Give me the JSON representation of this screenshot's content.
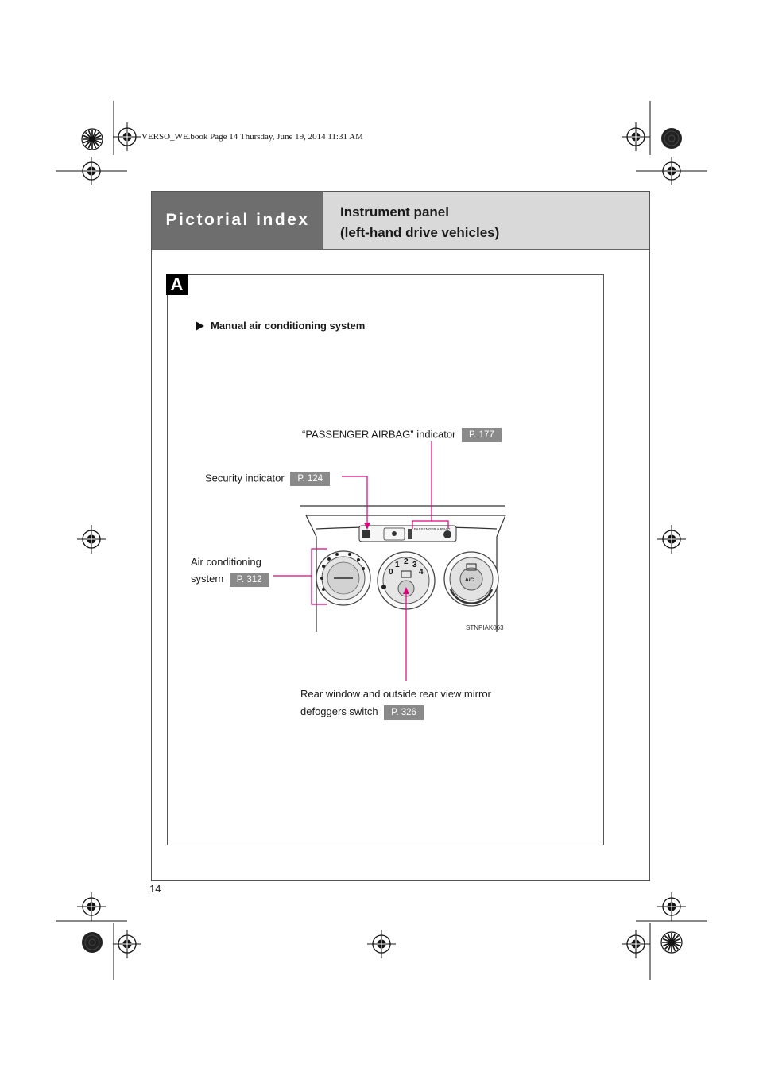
{
  "print_info": "VERSO_WE.book  Page 14  Thursday, June 19, 2014  11:31 AM",
  "header": {
    "section_tab": "Pictorial index",
    "title_line1": "Instrument panel",
    "title_line2": "(left-hand drive vehicles)"
  },
  "section_marker": "A",
  "sub_heading": "Manual air conditioning system",
  "callouts": {
    "passenger_airbag": {
      "label": "“PASSENGER AIRBAG” indicator",
      "ref": "P. 177"
    },
    "security": {
      "label": "Security indicator",
      "ref": "P. 124"
    },
    "air_conditioning": {
      "label_line1": "Air conditioning",
      "label_line2": "system",
      "ref": "P. 312"
    },
    "defogger": {
      "label_line1": "Rear window and outside rear view mirror",
      "label_line2": "defoggers switch",
      "ref": "P. 326"
    }
  },
  "figure": {
    "code": "STNPIAK063",
    "panel_text": "PASSENGER  AIRBAG",
    "fan_speeds": [
      "0",
      "1",
      "2",
      "3",
      "4"
    ],
    "ac_button": "A/C"
  },
  "page_number": "14",
  "colors": {
    "callout_line": "#e0007a",
    "tab_bg": "#6e6e6e",
    "header_bg": "#d9d9d9",
    "ref_bg": "#8a8a8a"
  },
  "icons": [
    "registration-mark-icon",
    "arrow-right-icon",
    "fan-icon",
    "defogger-icon",
    "airbag-icon"
  ]
}
